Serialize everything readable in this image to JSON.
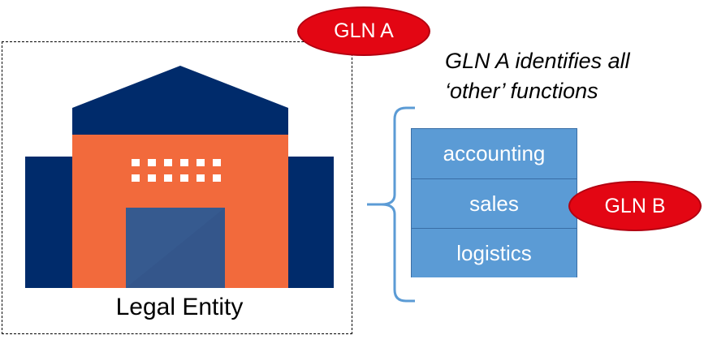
{
  "legal_entity_label": "Legal Entity",
  "gln_a_label": "GLN A",
  "gln_b_label": "GLN B",
  "annotation_lines": [
    "GLN A identifies all",
    "‘other’ functions"
  ],
  "functions": [
    "accounting",
    "sales",
    "logistics"
  ],
  "colors": {
    "roof": "#002b6b",
    "wings": "#002b6b",
    "facade": "#f26a3c",
    "door": "#34568b",
    "oval_fill": "#e30613",
    "function_fill": "#5b9bd5",
    "brace": "#5b9bd5"
  }
}
